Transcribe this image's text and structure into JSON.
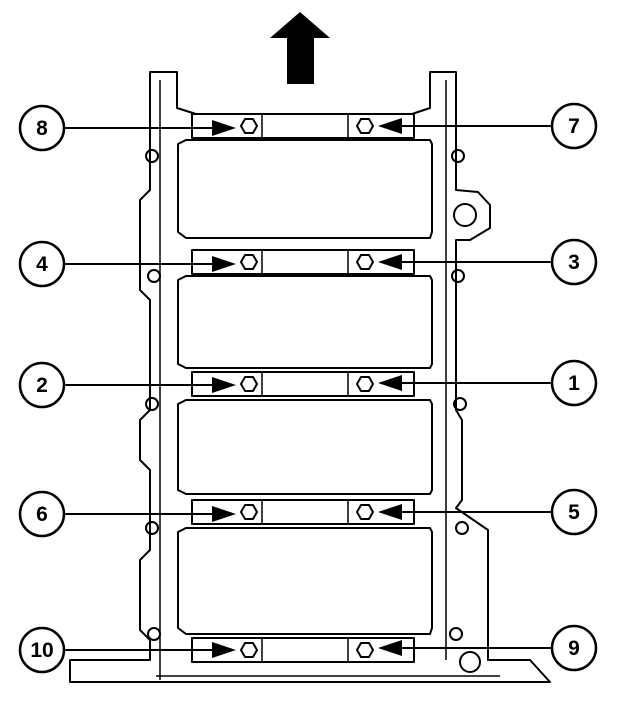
{
  "diagram": {
    "direction_arrow_icon": "up-arrow-icon",
    "bolts": [
      {
        "label": "8"
      },
      {
        "label": "7"
      },
      {
        "label": "4"
      },
      {
        "label": "3"
      },
      {
        "label": "2"
      },
      {
        "label": "1"
      },
      {
        "label": "6"
      },
      {
        "label": "5"
      },
      {
        "label": "10"
      },
      {
        "label": "9"
      }
    ]
  }
}
